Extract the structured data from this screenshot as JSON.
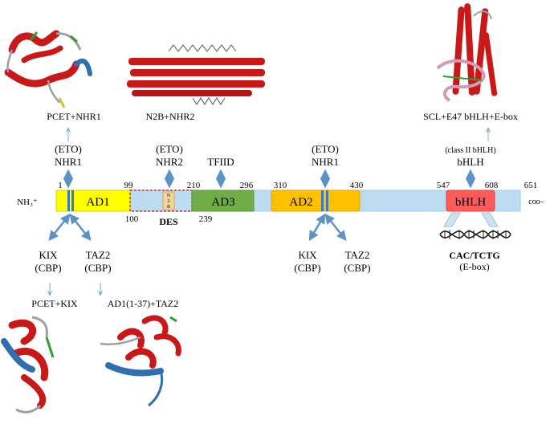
{
  "terminals": {
    "n": "NH₃⁺",
    "c": "coo–"
  },
  "positions": {
    "p1": "1",
    "p99": "99",
    "p100": "100",
    "p210": "210",
    "p239": "239",
    "p296": "296",
    "p310": "310",
    "p430": "430",
    "p547": "547",
    "p608": "608",
    "p651": "651"
  },
  "domains": {
    "ad1": "AD1",
    "n2b": [
      "N",
      "2",
      "B"
    ],
    "des": "DES",
    "ad3": "AD3",
    "ad2": "AD2",
    "bhlh": "bHLH"
  },
  "top_labels": {
    "eto1": "(ETO)",
    "nhr1": "NHR1",
    "eto2": "(ETO)",
    "nhr2": "NHR2",
    "tfiid": "TFIID",
    "eto3": "(ETO)",
    "nhr1b": "NHR1",
    "class2": "(class II bHLH)",
    "bhlh_partner": "bHLH"
  },
  "structure_labels": {
    "pcet_nhr1": "PCET+NHR1",
    "n2b_nhr2": "N2B+NHR2",
    "scl_e47": "SCL+E47 bHLH+E-box",
    "pcet_kix": "PCET+KIX",
    "ad1_taz2": "AD1(1-37)+TAZ2"
  },
  "bottom_labels": {
    "kix1": "KIX",
    "cbp1": "(CBP)",
    "taz2a": "TAZ2",
    "cbp2": "(CBP)",
    "kix2": "KIX",
    "cbp3": "(CBP)",
    "taz2b": "TAZ2",
    "cbp4": "(CBP)",
    "ebox_seq": "CAC/TCTG",
    "ebox": "(E-box)"
  },
  "colors": {
    "backbone": "#bcdcf2",
    "ad1": "#ffff00",
    "ad3": "#70ad47",
    "ad2": "#ffc000",
    "bhlh": "#ff5b5b",
    "n2b": "#f6d49a",
    "arrow": "#5b93c6",
    "helix": "#c81818",
    "strand": "#2e6fb0"
  }
}
